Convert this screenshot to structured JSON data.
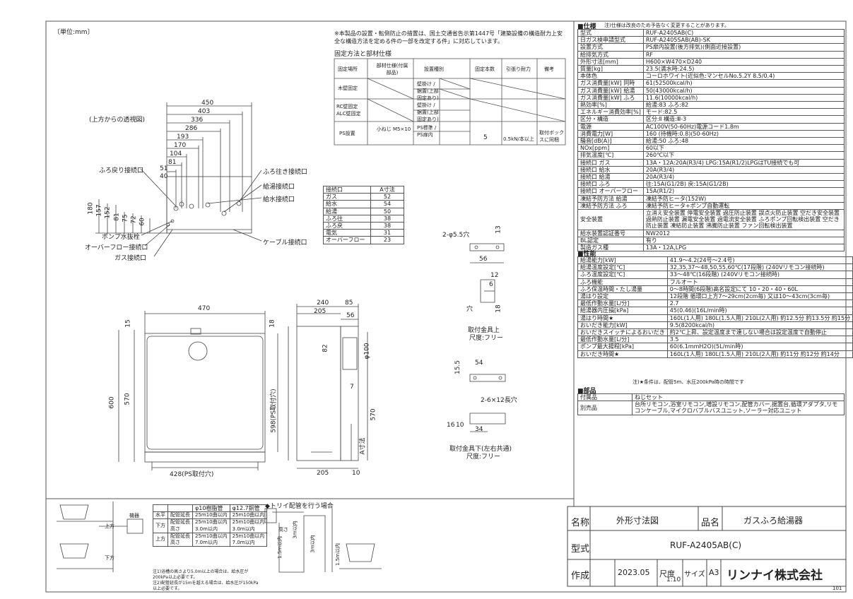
{
  "unit_label": "〔単位:mm〕",
  "top_view_label": "(上方からの透視図)",
  "note_fixing": "※本製品の設置・転倒防止の措置は、国土交通省告示第1447号「建築設備の構造耐力上安全な構造方法を定める件の一部を改定する件」に対応しています。",
  "fix_title": "固定方法と部材仕様",
  "fix_headers": [
    "固定場所",
    "部材仕様(付属部品)",
    "設置種別",
    "固定本数",
    "引張り耐力",
    "備考"
  ],
  "fix_rows": [
    [
      "木壁固定",
      "",
      "壁掛け / 据置(上部固定あり)",
      "",
      "",
      ""
    ],
    [
      "RC壁固定 ALC壁固定",
      "",
      "壁掛け / 据置(上部固定あり)",
      "",
      "",
      ""
    ],
    [
      "PS設置",
      "小ねじ M5×10",
      "PS標準 / PS扉内",
      "5",
      "0.5kN/本以上",
      "取付ボックスに同梱"
    ]
  ],
  "top_dims": [
    "450",
    "403",
    "336",
    "286",
    "193",
    "170",
    "104",
    "81",
    "51",
    "40"
  ],
  "side_dims": [
    "180",
    "157",
    "152",
    "81",
    "75",
    "72",
    "60"
  ],
  "labels_left": [
    "ふろ戻り接続口",
    "ポンプ水抜栓",
    "オーバーフロー接続口",
    "ガス接続口"
  ],
  "labels_right": [
    "ふろ往き接続口",
    "給湯接続口",
    "給水接続口",
    "ケーブル接続口"
  ],
  "a_table_header": [
    "接続口",
    "A寸法"
  ],
  "a_table_rows": [
    [
      "ガス",
      "52"
    ],
    [
      "給水",
      "54"
    ],
    [
      "給湯",
      "50"
    ],
    [
      "ふろ往",
      "38"
    ],
    [
      "ふろ戻",
      "38"
    ],
    [
      "電気",
      "31"
    ],
    [
      "オーバーフロー",
      "23"
    ]
  ],
  "front_dims": {
    "w": "470",
    "h600": "600",
    "h570": "570",
    "t15": "15",
    "t18": "18",
    "bottom": "428(PS取付穴)",
    "ps": "598(PS取付穴)"
  },
  "side_view_dims": {
    "d240": "240",
    "d205": "205",
    "d85": "85",
    "d56": "56",
    "d82": "82",
    "dia": "φ100",
    "d7": "7",
    "d570": "570",
    "a": "A寸法",
    "b205": "205",
    "b10": "10"
  },
  "bracket1": {
    "holes": "2-φ5.5穴",
    "d13": "13",
    "d56": "56",
    "d12": "12",
    "d6": "6",
    "d18": "18",
    "hole": "穴",
    "caption": "取付金具上",
    "scale": "尺度:フリー"
  },
  "bracket2": {
    "d15": "15.5",
    "d54": "54",
    "holes": "2-6×12長穴",
    "d16": "16",
    "d10": "10",
    "d34": "34",
    "caption": "取付金具下(左右共通)",
    "scale": "尺度:フリー"
  },
  "pipe_table": {
    "headers": [
      "",
      "",
      "φ10樹脂管",
      "φ12.7銅管"
    ],
    "rows": [
      [
        "水平",
        "配管延長",
        "25m10曲以内",
        "25m10曲以内"
      ],
      [
        "下方",
        "配管延長 高さ",
        "25m10曲以内 3.0m以内",
        "25m10曲以内 3.0m以内"
      ],
      [
        "上方",
        "配管延長 高さ",
        "25m10曲以内 7.0m以内",
        "25m10曲以内 7.0m以内"
      ]
    ],
    "notes": [
      "注1)浴槽の高さより5.0m以上の場合は、給水圧が200kPa以上必要です。",
      "注2)配管延長が15mを越える場合は、給水圧が150kPa以上必要です。"
    ]
  },
  "trap_title": "◆トリイ配管を行う場合",
  "trap_labels": [
    "1.5m以内",
    "3m以内",
    "3m以内",
    "1.5m以内",
    "機器",
    "上方",
    "下方",
    "高さ"
  ],
  "spec_title": "■仕様",
  "spec_note": "注)仕様は改良のため予告なく変更することがあります。",
  "spec_rows": [
    [
      "型式",
      "RUF-A2405AB(C)"
    ],
    [
      "日ガス検申請型式",
      "RUF-A2405SAB(AB)-SK"
    ],
    [
      "設置方式",
      "PS扉内設置(後方排気)(側面近接設置)"
    ],
    [
      "給排気方式",
      "RF"
    ],
    [
      "外形寸法[mm]",
      "H600×W470×D240"
    ],
    [
      "質量[kg]",
      "23.5(満水時:24.5)"
    ],
    [
      "本体色",
      "コーロホワイト(近似色:マンセルNo.5.2Y 8.5/0.4)"
    ],
    [
      "ガス消費量[kW] 同時",
      "61(52500kcal/h)"
    ],
    [
      "ガス消費量[kW] 給湯",
      "50(43000kcal/h)"
    ],
    [
      "ガス消費量[kW] ふろ",
      "11.6(10000kcal/h)"
    ],
    [
      "熱効率[%]",
      "給湯:83 ふろ:82"
    ],
    [
      "エネルギー消費効率[%]",
      "モード:82.5"
    ],
    [
      "区分・構造",
      "区分:Ⅱ 構造:Ⅲ-3"
    ],
    [
      "電源",
      "AC100V(50-60Hz)電源コード1.8m"
    ],
    [
      "消費電力[W]",
      "160 (待機時:0.8)(50-60Hz)"
    ],
    [
      "騒音[dB(A)]",
      "給湯:50 ふろ:48"
    ],
    [
      "NOx[ppm]",
      "60以下"
    ],
    [
      "排気温度[℃]",
      "260℃以下"
    ],
    [
      "接続口 ガス",
      "13A・12A:20A(R3/4) LPG:15A(R1/2)LPGはTU接続でも可"
    ],
    [
      "接続口 給水",
      "20A(R3/4)"
    ],
    [
      "接続口 給湯",
      "20A(R3/4)"
    ],
    [
      "接続口 ふろ",
      "往:15A(G1/2B) 戻:15A(G1/2B)"
    ],
    [
      "接続口 オーバーフロー",
      "15A(R1/2)"
    ],
    [
      "凍結予防方法 給湯",
      "凍結予防ヒータ(152W)"
    ],
    [
      "凍結予防方法 ふろ",
      "凍結予防ヒータ+ポンプ自動運転"
    ],
    [
      "安全装置",
      "立消え安全装置 停電安全装置 過圧防止装置 誤点火防止装置 空だき安全装置 過熱防止装置 漏電安全装置 過電流安全装置 ふろポンプ回転検出装置 空だき防止装置 凍結防止装置 沸騰防止装置 ファン回転検出装置"
    ],
    [
      "給水装置認証番号",
      "NW2012"
    ],
    [
      "BL認定",
      "有り"
    ],
    [
      "製造ガス種",
      "13A・12A,LPG"
    ]
  ],
  "perf_title": "■性能",
  "perf_rows": [
    [
      "給湯能力[kW]",
      "41.9～4.2(24号～2.4号)"
    ],
    [
      "給湯温度設定[℃]",
      "32,35,37～48,50,55,60℃(17段階) (240Vリモコン接続時)"
    ],
    [
      "ふろ温度設定[℃]",
      "33～48℃(16段階) (240Vリモコン接続時)"
    ],
    [
      "ふろ機能",
      "フルオート"
    ],
    [
      "ふろ保温時間・たし湯量",
      "0～8時間(6段階)高名設定にて 10・20・40・60L"
    ],
    [
      "湯はり設定",
      "12段階 循環口上方7～29cm(2cm毎) 又は10～43cm(3cm毎)"
    ],
    [
      "最低作動水量[L/分]",
      "2.7"
    ],
    [
      "給湯器内圧損[kPa]",
      "45(0.46)(16L/min時)"
    ],
    [
      "湯はり時間★",
      "160L(1人用) 180L(1.5人用) 210L(2人用) 約12.5分 約13.5分 約15分"
    ],
    [
      "おいだき能力[kW]",
      "9.5(8200kcal/h)"
    ],
    [
      "おいだきスイッチによるおいだき",
      "約2℃上昇、設定温度まで達しない場合は設定温度で自動停止"
    ],
    [
      "最低作動水量[L/分]",
      "3.5"
    ],
    [
      "ポンプ最大揚程[kPa]",
      "60(6.1mmH2O)(5L/min時)"
    ],
    [
      "おいだき時間★",
      "160L(1人用) 180L(1.5人用) 210L(2人用) 約11分 約12分 約14分"
    ]
  ],
  "perf_note": "注)★条件は、配管5m、水圧200kPa時の時間です",
  "parts_title": "■部品",
  "parts_rows": [
    [
      "付属品",
      "ねじセット"
    ],
    [
      "別売品",
      "台所リモコン,浴室リモコン,増設リモコン,配管カバー,据置台,循環アダプタ,リモコンケーブル,マイクロバブルバスユニット,ソーラー対応ユニット"
    ]
  ],
  "title_block": {
    "name_label": "名称",
    "name_value": "外形寸法図",
    "product_label": "品名",
    "product_value": "ガスふろ給湯器",
    "model_label": "型式",
    "model_value": "RUF-A2405AB(C)",
    "made_label": "作成",
    "date": "2023.05",
    "scale_label": "尺度",
    "scale": "1:10",
    "size_label": "サイズ",
    "size": "A3",
    "company": "リンナイ株式会社"
  },
  "page_no": "101"
}
